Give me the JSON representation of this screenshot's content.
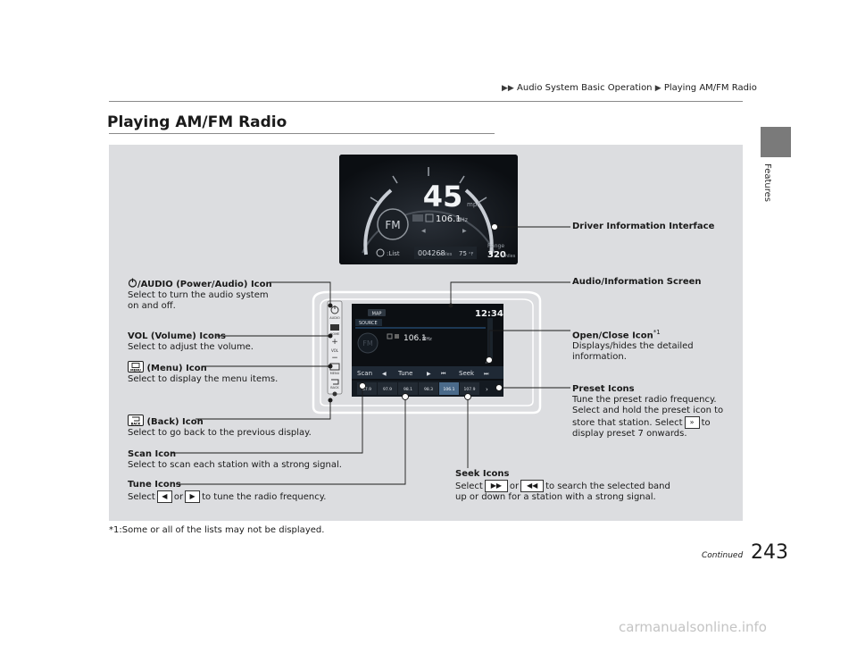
{
  "breadcrumb": {
    "parent": "Audio System Basic Operation",
    "current": "Playing AM/FM Radio"
  },
  "page_title": "Playing AM/FM Radio",
  "side_tab_label": "Features",
  "labels": {
    "power_audio": {
      "title": "/AUDIO (Power/Audio) Icon",
      "desc1": "Select to turn the audio system",
      "desc2": "on and off."
    },
    "vol": {
      "title": "VOL (Volume) Icons",
      "desc": "Select to adjust the volume."
    },
    "menu": {
      "title": "(Menu) Icon",
      "desc": "Select to display the menu items."
    },
    "back": {
      "title": "(Back) Icon",
      "desc": "Select to go back to the previous display."
    },
    "scan": {
      "title": "Scan Icon",
      "desc": "Select to scan each station with a strong signal."
    },
    "tune": {
      "title": "Tune Icons",
      "desc_a": "Select",
      "desc_b": "or",
      "desc_c": "to tune the radio frequency."
    },
    "dii": {
      "title": "Driver Information Interface"
    },
    "audio_screen": {
      "title": "Audio/Information Screen"
    },
    "open_close": {
      "title": "Open/Close Icon",
      "sup": "*1",
      "desc1": "Displays/hides the detailed",
      "desc2": "information."
    },
    "preset": {
      "title": "Preset Icons",
      "desc1": "Tune the preset radio frequency.",
      "desc2": "Select and hold the preset icon to",
      "desc3a": "store that station. Select",
      "desc3b": "to",
      "desc4": "display preset 7 onwards."
    },
    "seek": {
      "title": "Seek Icons",
      "desc1a": "Select",
      "desc1b": "or",
      "desc1c": "to search the selected band",
      "desc2": "up or down for a station with a strong signal."
    }
  },
  "footnote": "*1:Some or all of the lists may not be displayed.",
  "continued": "Continued",
  "page_number": "243",
  "watermark": "carmanualsonline.info",
  "dii_screen": {
    "speed": "45",
    "speed_unit": "mph",
    "frequency": "106.1",
    "freq_unit": "MHz",
    "badge": "FM",
    "list": ":List",
    "odometer": "004268",
    "odo_unit": "miles",
    "temp": "75",
    "temp_unit": "°F",
    "range_label": "Range",
    "range": "320",
    "range_unit": "miles"
  },
  "radio_screen": {
    "map": "MAP",
    "source": "SOURCE",
    "clock": "12:34",
    "frequency": "106.1",
    "freq_unit": "MHz",
    "band": "FM",
    "scan": "Scan",
    "tune": "Tune",
    "seek": "Seek",
    "presets": [
      "87.9",
      "97.9",
      "98.1",
      "98.3",
      "106.1",
      "107.9"
    ]
  },
  "colors": {
    "panel": "#dcdde0",
    "side_tab": "#7a7a7a",
    "screen_bg": "#0c0f13"
  }
}
